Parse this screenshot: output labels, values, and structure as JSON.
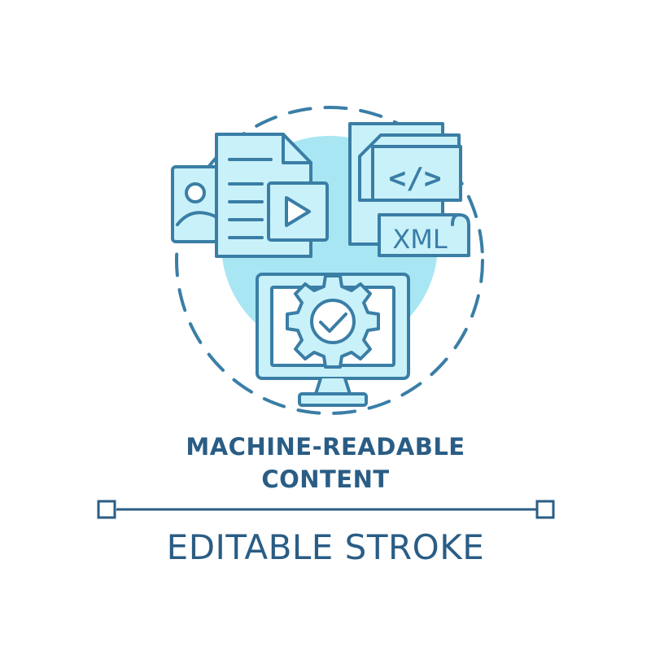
{
  "title_lines": [
    "MACHINE-READABLE",
    "CONTENT"
  ],
  "footer_label": "EDITABLE STROKE",
  "code_tag_text": "</>",
  "xml_label": "XML",
  "colors": {
    "stroke": "#3a7ea6",
    "fill_light": "#c9f1f9",
    "fill_circle": "#a8e6f3",
    "text_dark": "#2a5d85",
    "background": "#ffffff"
  },
  "icons": [
    "image-icon",
    "document-icon",
    "video-play-icon",
    "code-file-icon",
    "xml-file-icon",
    "monitor-icon",
    "gear-check-icon"
  ]
}
